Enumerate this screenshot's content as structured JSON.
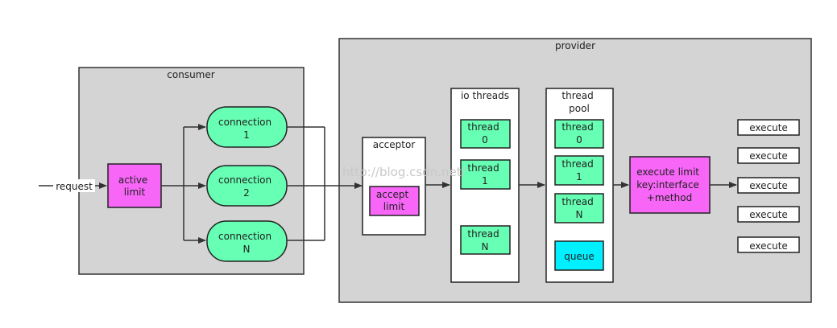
{
  "colors": {
    "region_fill": "#d4d4d4",
    "white_box": "#ffffff",
    "magenta": "#f766f7",
    "green": "#66ffb3",
    "cyan": "#00f0ff",
    "line": "#333333"
  },
  "watermark": "http://blog.csdn.net/",
  "request_label": "request",
  "consumer": {
    "title": "consumer",
    "active_limit": [
      "active",
      "limit"
    ],
    "connections": [
      [
        "connection",
        "1"
      ],
      [
        "connection",
        "2"
      ],
      [
        "connection",
        "N"
      ]
    ]
  },
  "provider": {
    "title": "provider",
    "acceptor": {
      "title": "acceptor",
      "accept_limit": [
        "accept",
        "limit"
      ]
    },
    "io_threads": {
      "title": "io threads",
      "threads": [
        [
          "thread",
          "0"
        ],
        [
          "thread",
          "1"
        ],
        [
          "thread",
          "N"
        ]
      ]
    },
    "thread_pool": {
      "title": [
        "thread",
        "pool"
      ],
      "threads": [
        [
          "thread",
          "0"
        ],
        [
          "thread",
          "1"
        ],
        [
          "thread",
          "N"
        ]
      ],
      "queue": "queue"
    },
    "execute_limit": [
      "execute limit",
      "key:interface",
      "+method"
    ],
    "executes": [
      "execute",
      "execute",
      "execute",
      "execute",
      "execute"
    ]
  }
}
